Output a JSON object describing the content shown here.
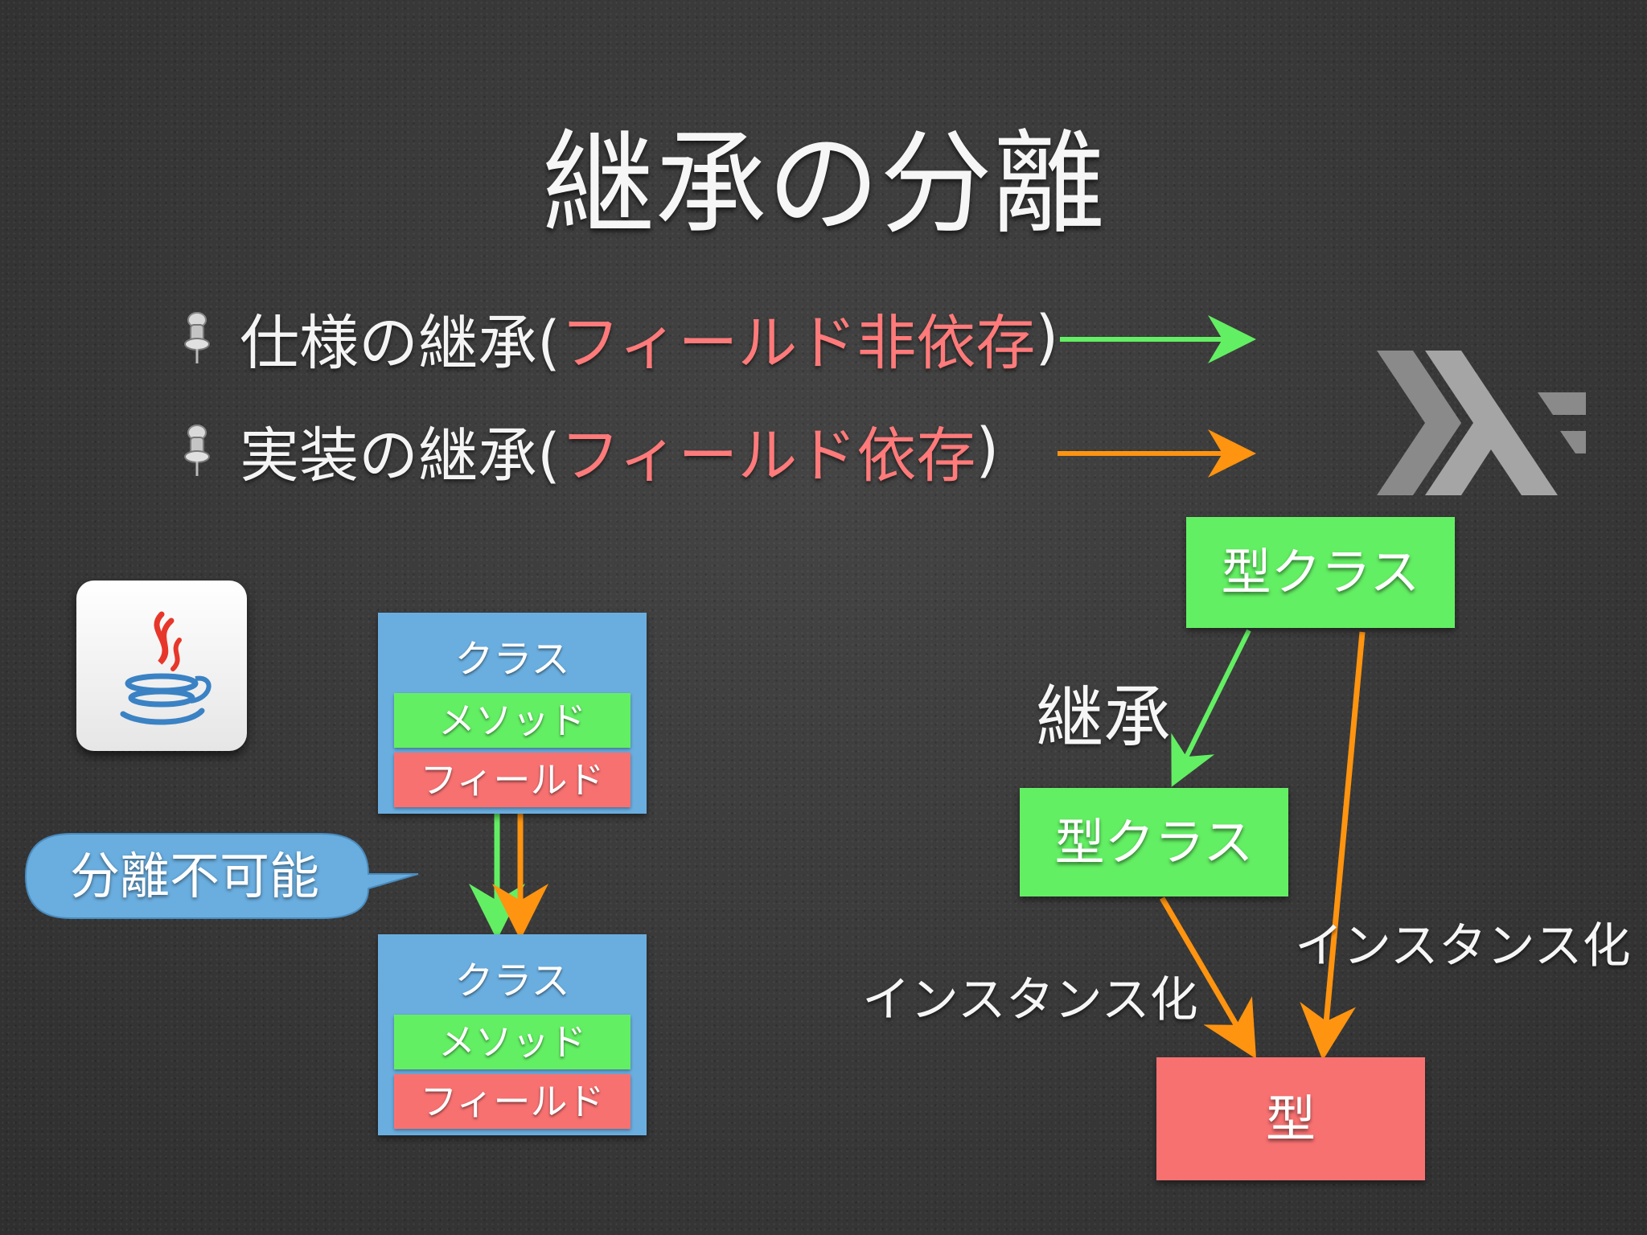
{
  "slide": {
    "title": "継承の分離",
    "bullets": [
      {
        "prefix": "仕様の継承(",
        "highlight": "フィールド非依存",
        "suffix": ")"
      },
      {
        "prefix": "実装の継承(",
        "highlight": "フィールド依存",
        "suffix": ")"
      }
    ]
  },
  "java_diagram": {
    "class_label": "クラス",
    "method_label": "メソッド",
    "field_label": "フィールド",
    "callout": "分離不可能"
  },
  "haskell_diagram": {
    "typeclass_label": "型クラス",
    "type_label": "型",
    "inherit_label": "継承",
    "instance_label": "インスタンス化"
  },
  "colors": {
    "green": "#63ef63",
    "orange": "#ff9410",
    "red": "#f87171",
    "blue": "#6aaee0",
    "highlight_text": "#ff7a7a"
  },
  "icons": [
    "pushpin-icon",
    "java-logo-icon",
    "haskell-logo-icon"
  ]
}
